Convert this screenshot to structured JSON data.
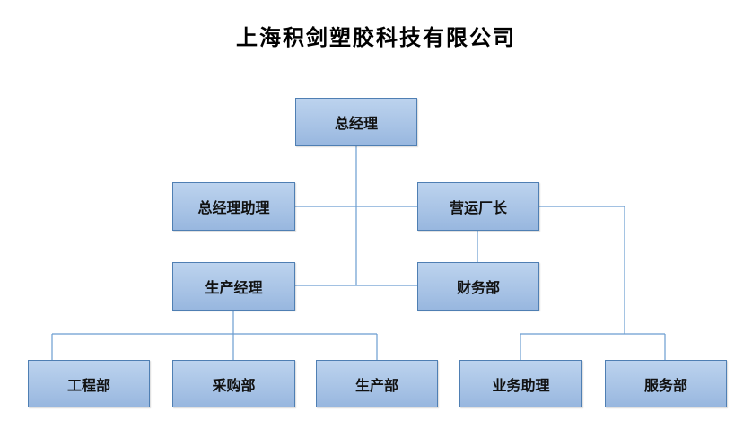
{
  "title": "上海积剑塑胶科技有限公司",
  "nodes": {
    "general_manager": "总经理",
    "gm_assistant": "总经理助理",
    "operations_director": "营运厂长",
    "production_manager": "生产经理",
    "finance": "财务部",
    "engineering": "工程部",
    "purchasing": "采购部",
    "production": "生产部",
    "business_assistant": "业务助理",
    "service": "服务部"
  },
  "colors": {
    "box_fill_top": "#bcd3ee",
    "box_fill_bottom": "#98b7df",
    "box_border": "#4f7fb3",
    "connector": "#6a9cd0"
  }
}
